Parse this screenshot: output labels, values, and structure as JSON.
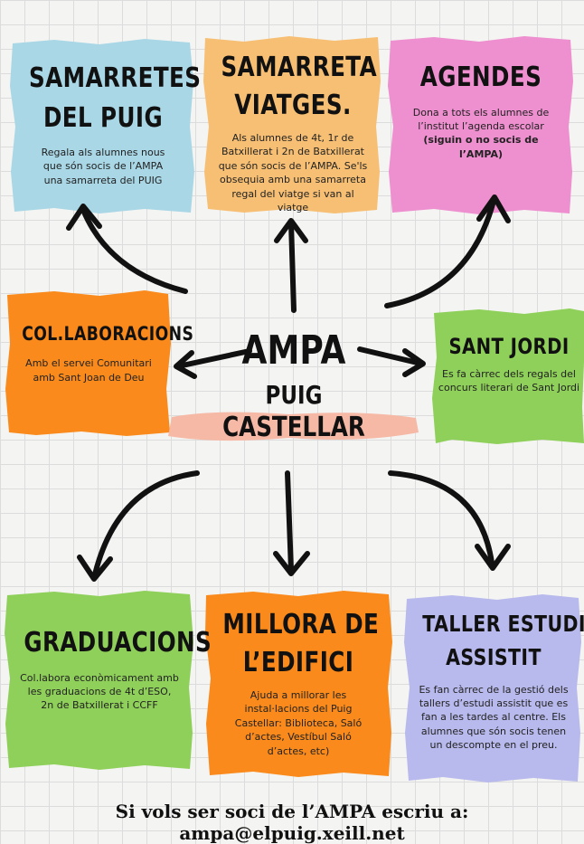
{
  "colors": {
    "blue": "#a9d7e6",
    "peach": "#f7bf73",
    "pink": "#ee8fcf",
    "orange": "#f98a1b",
    "green": "#8fd05a",
    "lavender": "#b8b9ec",
    "salmon": "#f6b9a6"
  },
  "cards": {
    "samarretes": {
      "title_1": "SAMARRETES",
      "title_2": "DEL PUIG",
      "desc": "Regala als alumnes nous que són socis de l’AMPA una samarreta del PUIG"
    },
    "viatges": {
      "title_1": "SAMARRETA",
      "title_2": "VIATGES.",
      "desc": "Als alumnes de 4t, 1r de Batxillerat i 2n de Batxillerat que són socis de l’AMPA. Se'ls obsequia amb una samarreta regal del viatge si van al viatge"
    },
    "agendes": {
      "title": "AGENDES",
      "desc": "Dona a tots els alumnes de l’institut l’agenda escolar",
      "desc_bold": "(siguin o no socis de l’AMPA)"
    },
    "collaboracions": {
      "title": "COL.LABORACIONS",
      "desc": "Amb el servei Comunitari amb Sant Joan de Deu"
    },
    "sant_jordi": {
      "title": "SANT JORDI",
      "desc": "Es fa càrrec dels regals del concurs literari de Sant Jordi"
    },
    "graduacions": {
      "title": "GRADUACIONS",
      "desc": "Col.labora econòmicament amb les graduacions de 4t d’ESO, 2n de Batxillerat i CCFF"
    },
    "millora": {
      "title_1": "MILLORA DE",
      "title_2": "L’EDIFICI",
      "desc": "Ajuda a millorar les instal·lacions del Puig Castellar: Biblioteca, Saló d’actes, Vestíbul Saló d’actes, etc)"
    },
    "taller": {
      "title_1": "TALLER ESTUDI",
      "title_2": "ASSISTIT",
      "desc": "Es fan càrrec de la gestió dels tallers d’estudi assistit que es fan a les tardes al centre. Els alumnes que són socis tenen  un descompte en el preu."
    }
  },
  "center": {
    "line_1": "AMPA",
    "line_2": "PUIG",
    "line_3": "CASTELLAR"
  },
  "footer": "Si vols ser soci de l’AMPA escriu a: ampa@elpuig.xeill.net"
}
